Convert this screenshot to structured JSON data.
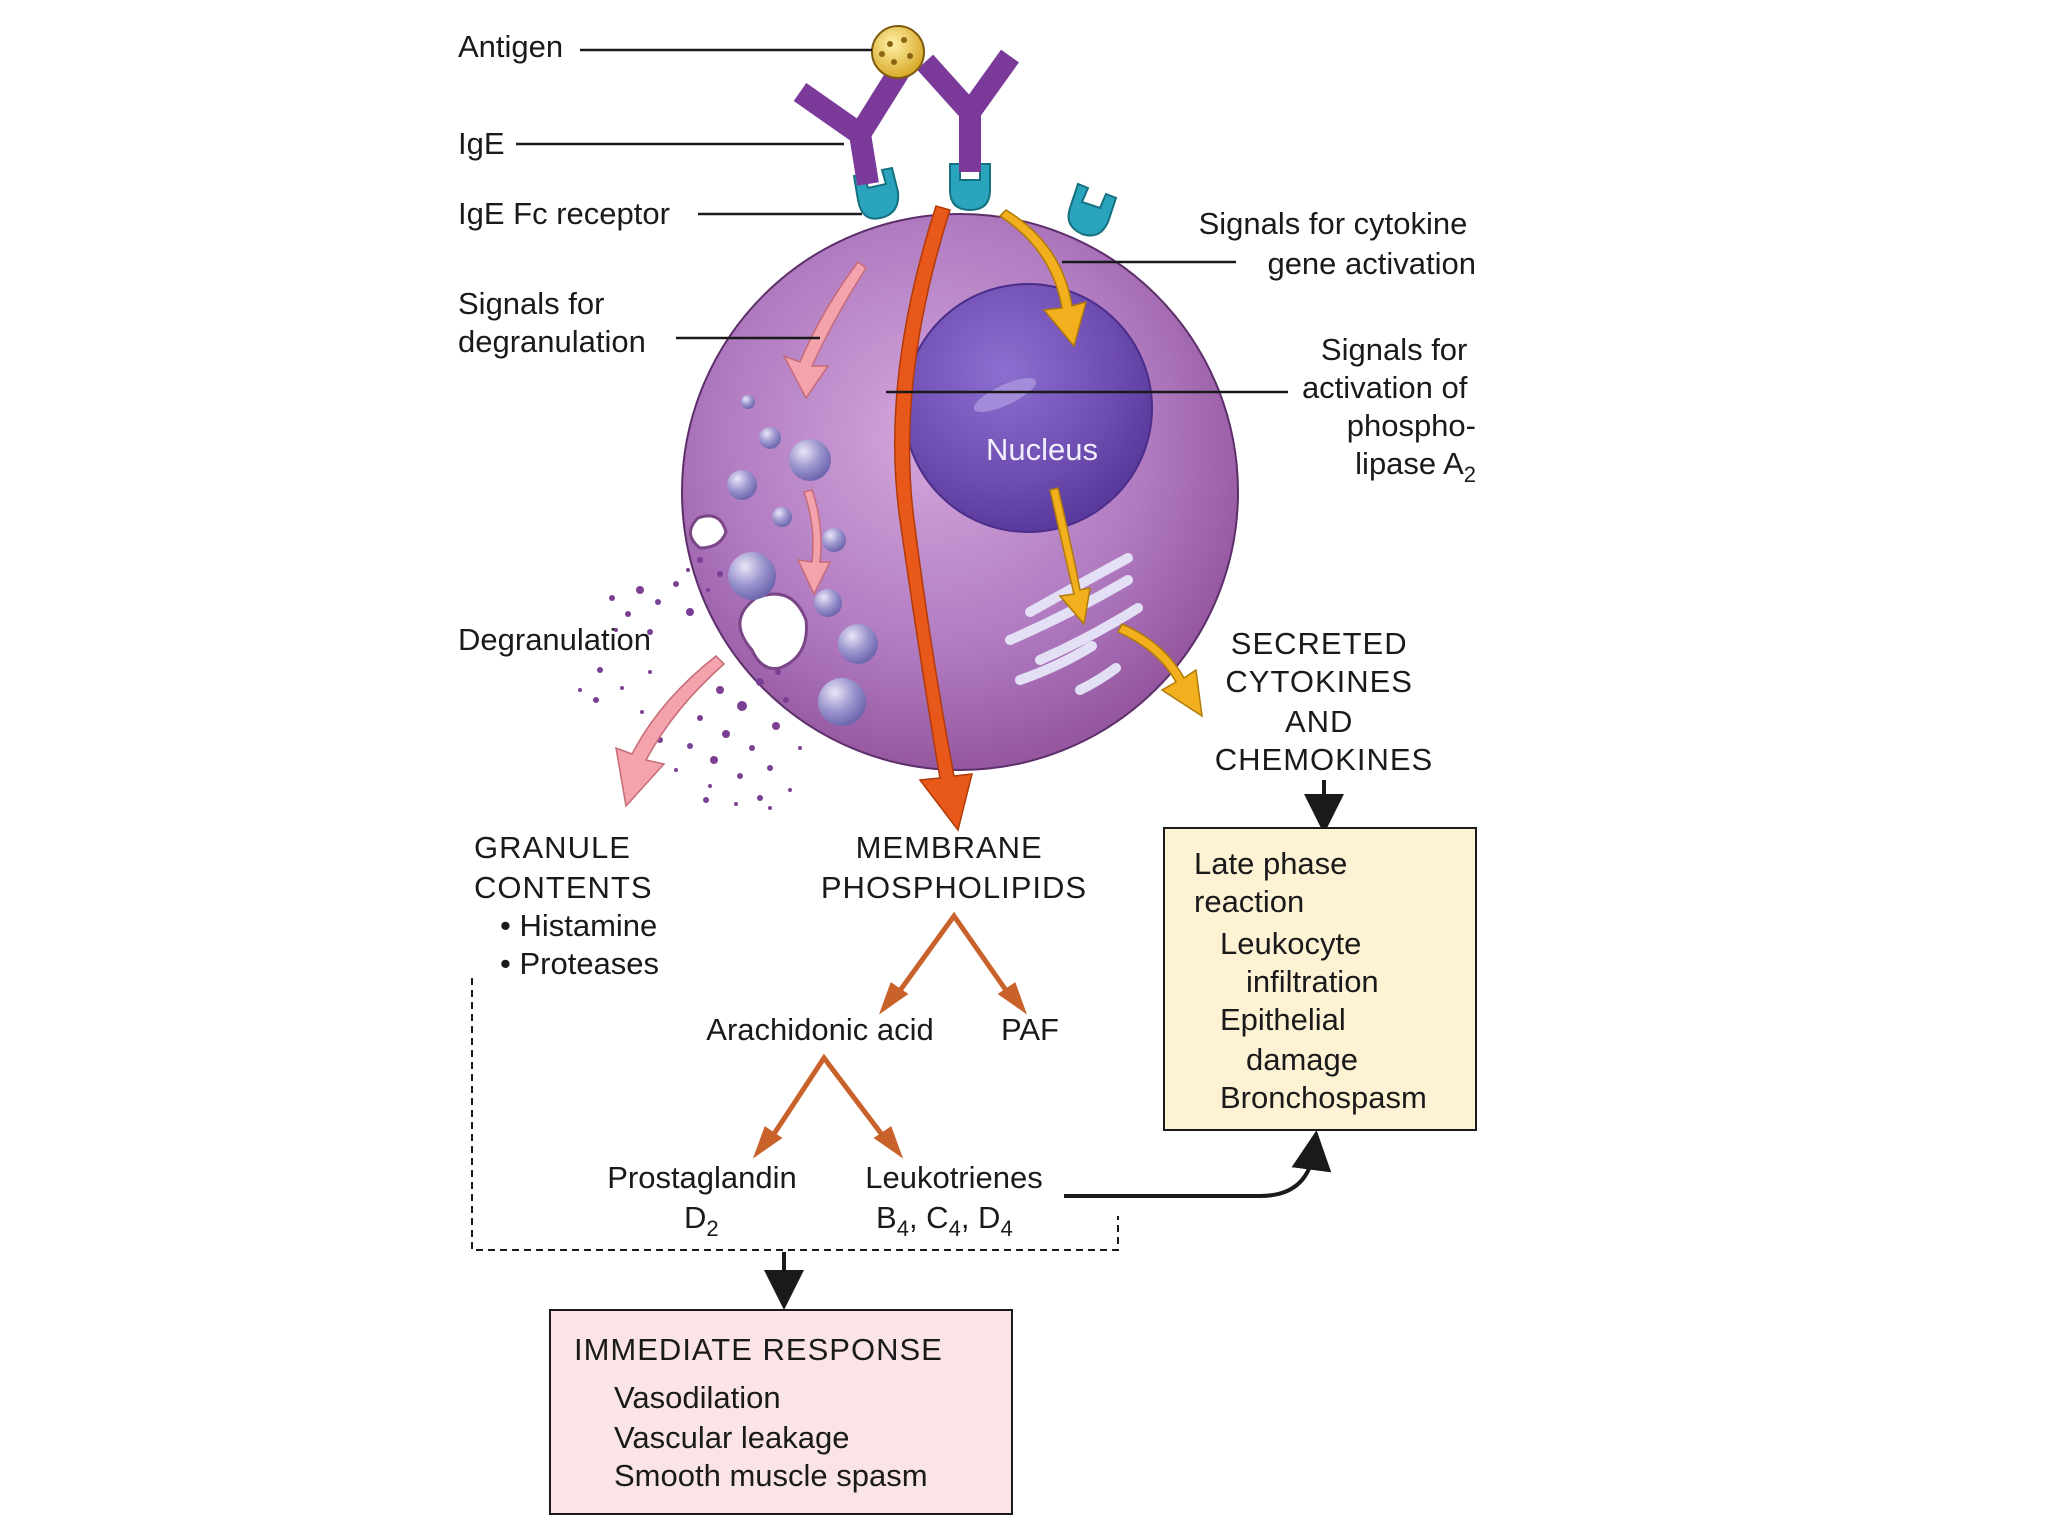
{
  "colors": {
    "cell_fill": "#b07ac0",
    "nucleus_fill": "#6d4cb0",
    "antibody": "#7b3a9a",
    "receptor": "#2aa4bd",
    "antigen": "#e8c440",
    "degranulation_arrow": "#f4a3ad",
    "phospholipase_arrow": "#e8581a",
    "cytokine_arrow": "#f2b01e",
    "pathway_arrow": "#c8622a",
    "immediate_box": "#fae4e6",
    "late_box": "#fdf2d4",
    "granule": "#8d86c4",
    "particles": "#7a3f95"
  },
  "cell_labels": {
    "antigen": "Antigen",
    "ige": "IgE",
    "ige_fc_receptor": "IgE Fc receptor",
    "signals_degranulation": [
      "Signals for",
      "degranulation"
    ],
    "signals_cytokine": [
      "Signals for cytokine",
      "gene activation"
    ],
    "signals_phospholipase": [
      "Signals for",
      "activation of",
      "phospho-",
      "lipase A",
      "2"
    ],
    "nucleus": "Nucleus",
    "degranulation": "Degranulation"
  },
  "outputs": {
    "secreted": [
      "SECRETED",
      "CYTOKINES",
      "AND",
      "CHEMOKINES"
    ],
    "granule_contents": [
      "GRANULE",
      "CONTENTS"
    ],
    "granule_items": [
      "• Histamine",
      "• Proteases"
    ],
    "membrane": [
      "MEMBRANE",
      "PHOSPHOLIPIDS"
    ],
    "arachidonic": "Arachidonic acid",
    "paf": "PAF",
    "prostaglandin": [
      "Prostaglandin",
      "D",
      "2"
    ],
    "leukotrienes": [
      "Leukotrienes",
      "B",
      "4",
      ", C",
      "4",
      ", D",
      "4"
    ]
  },
  "late_phase": {
    "title": [
      "Late phase",
      "reaction"
    ],
    "items": [
      "Leukocyte",
      "infiltration",
      "Epithelial",
      "damage",
      "Bronchospasm"
    ]
  },
  "immediate": {
    "title": "IMMEDIATE RESPONSE",
    "items": [
      "Vasodilation",
      "Vascular leakage",
      "Smooth muscle spasm"
    ]
  }
}
